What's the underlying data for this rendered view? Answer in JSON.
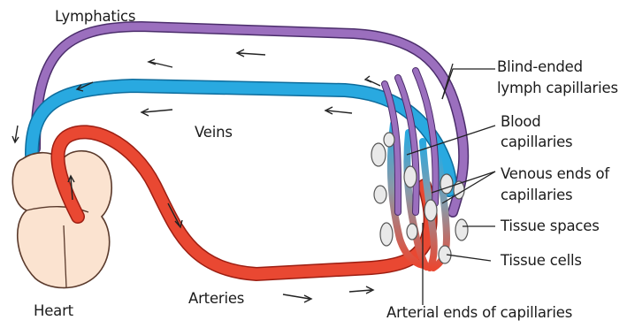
{
  "labels": {
    "lymphatics": "Lymphatics",
    "veins": "Veins",
    "heart": "Heart",
    "arteries": "Arteries",
    "blind_ended_l1": "Blind-ended",
    "blind_ended_l2": "lymph capillaries",
    "blood_cap_l1": "Blood",
    "blood_cap_l2": "capillaries",
    "venous_l1": "Venous ends of",
    "venous_l2": "capillaries",
    "tissue_spaces": "Tissue spaces",
    "tissue_cells": "Tissue cells",
    "arterial_ends": "Arterial ends of capillaries"
  },
  "colors": {
    "lymph": "#9b6fbe",
    "vein": "#29a9e0",
    "artery": "#e94832",
    "heart": "#fbe3d0",
    "cell": "#e9e9e9"
  }
}
